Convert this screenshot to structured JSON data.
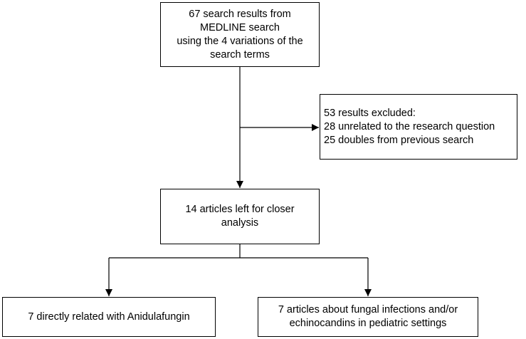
{
  "boxes": {
    "search": [
      "67 search results from",
      "MEDLINE search",
      "using the 4 variations of the",
      "search terms"
    ],
    "excluded": [
      "53 results excluded:",
      "28 unrelated to the research question",
      "25 doubles from previous search"
    ],
    "remaining": [
      "14 articles left for closer",
      "analysis"
    ],
    "anidulafungin": [
      "7 directly related with Anidulafungin"
    ],
    "pediatric": [
      "7 articles about fungal infections and/or",
      "echinocandins in pediatric settings"
    ]
  }
}
